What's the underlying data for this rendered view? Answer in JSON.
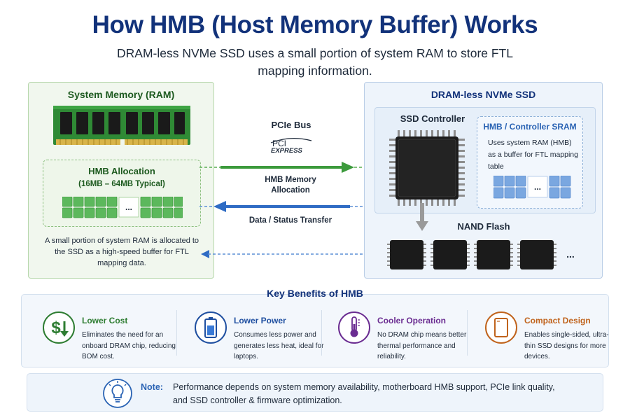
{
  "header": {
    "title": "How HMB (Host Memory Buffer) Works",
    "subtitle": "DRAM-less NVMe SSD uses a small portion of system RAM to store FTL mapping information."
  },
  "system_memory": {
    "title": "System Memory (RAM)",
    "allocation_title": "HMB Allocation",
    "allocation_range": "(16MB – 64MB Typical)",
    "cells_ellipsis": "...",
    "caption": "A small portion of system RAM is allocated to the SSD as a high-speed buffer for FTL mapping data."
  },
  "bus": {
    "title": "PCIe Bus",
    "logo_text_top": "PCI",
    "logo_text_bottom": "EXPRESS",
    "hmb_label": "HMB Memory Allocation",
    "data_label": "Data / Status Transfer"
  },
  "ssd": {
    "title": "DRAM-less NVMe SSD",
    "controller_title": "SSD Controller",
    "sram_title": "HMB / Controller SRAM",
    "sram_desc": "Uses system RAM (HMB) as a buffer for FTL mapping table",
    "cells_ellipsis": "...",
    "nand_title": "NAND Flash",
    "nand_ellipsis": "..."
  },
  "benefits": {
    "title": "Key Benefits of HMB",
    "items": [
      {
        "title": "Lower Cost",
        "desc": "Eliminates the need for an onboard DRAM chip, reducing BOM cost.",
        "color": "#2e7d32",
        "icon": "dollar-down-icon"
      },
      {
        "title": "Lower Power",
        "desc": "Consumes less power and generates less heat, ideal for laptops.",
        "color": "#1f4fa0",
        "icon": "battery-icon"
      },
      {
        "title": "Cooler Operation",
        "desc": "No DRAM chip means better thermal performance and reliability.",
        "color": "#6a2c91",
        "icon": "thermometer-icon"
      },
      {
        "title": "Compact Design",
        "desc": "Enables single-sided, ultra-thin SSD designs for more devices.",
        "color": "#c0631c",
        "icon": "thin-ssd-icon"
      }
    ]
  },
  "note": {
    "label": "Note:",
    "text": "Performance depends on system memory availability, motherboard HMB support, PCIe link quality, and SSD controller & firmware optimization."
  },
  "colors": {
    "title": "#12327a",
    "green": "#3c9a3c",
    "blue": "#2f6cc4"
  }
}
